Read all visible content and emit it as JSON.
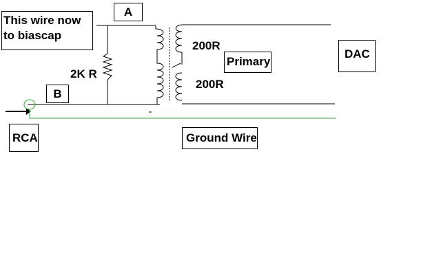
{
  "labels": {
    "note": [
      "This wire now",
      "to biascap"
    ],
    "point_a": "A",
    "point_b": "B",
    "resistor": "2K R",
    "coil_top": "200R",
    "coil_bottom": "200R",
    "primary": "Primary",
    "dac": "DAC",
    "rca": "RCA",
    "ground_wire": "Ground Wire"
  },
  "colors": {
    "line": "#000000",
    "ground": "#22bb22",
    "background": "#ffffff"
  }
}
